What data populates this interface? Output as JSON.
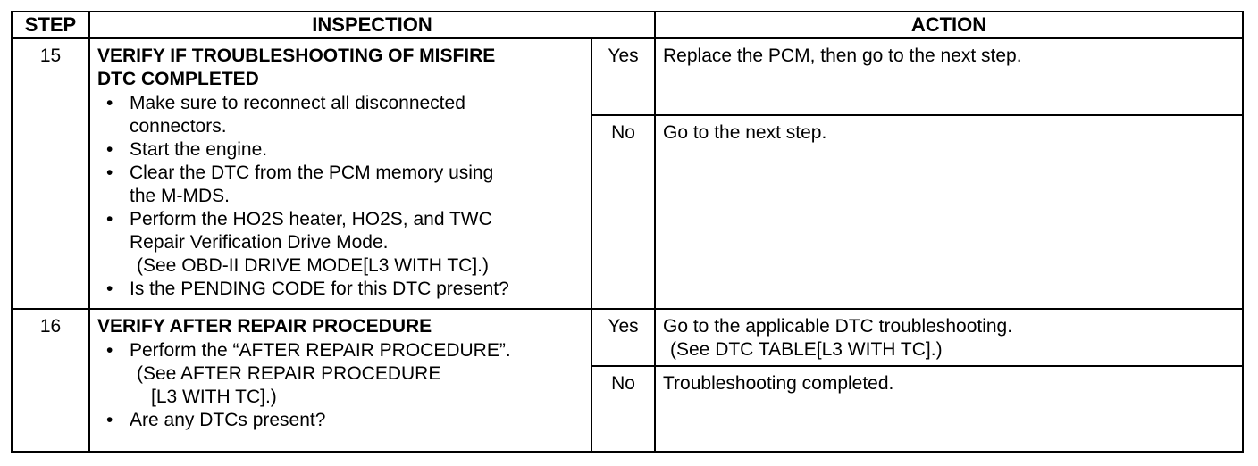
{
  "headers": {
    "step": "STEP",
    "inspection": "INSPECTION",
    "action": "ACTION"
  },
  "steps": [
    {
      "number": "15",
      "title_line1": "VERIFY IF TROUBLESHOOTING OF MISFIRE",
      "title_line2": "DTC COMPLETED",
      "bullets": [
        {
          "line1": "Make sure to reconnect all disconnected",
          "line2": "connectors."
        },
        {
          "line1": "Start the engine."
        },
        {
          "line1": "Clear the DTC from the PCM memory using",
          "line2": "the M-MDS."
        },
        {
          "line1": "Perform the HO2S heater, HO2S, and TWC",
          "line2": "Repair Verification Drive Mode.",
          "line3": "(See OBD-II DRIVE MODE[L3 WITH TC].)"
        },
        {
          "line1": "Is the PENDING CODE for this DTC present?"
        }
      ],
      "yes_label": "Yes",
      "yes_action": "Replace the PCM, then go to the next step.",
      "no_label": "No",
      "no_action": "Go to the next step."
    },
    {
      "number": "16",
      "title_line1": "VERIFY AFTER REPAIR PROCEDURE",
      "bullets": [
        {
          "line1": "Perform the “AFTER REPAIR PROCEDURE”.",
          "line2": "(See AFTER REPAIR PROCEDURE",
          "line3": "[L3 WITH TC].)"
        },
        {
          "line1": "Are any DTCs present?"
        }
      ],
      "yes_label": "Yes",
      "yes_action": "Go to the applicable DTC troubleshooting.",
      "yes_action_see": "(See DTC TABLE[L3 WITH TC].)",
      "no_label": "No",
      "no_action": "Troubleshooting completed."
    }
  ],
  "bullet_glyph": "•"
}
